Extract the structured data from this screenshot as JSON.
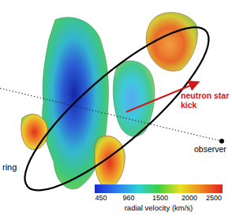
{
  "diagram": {
    "labels": [
      "neutron star kick",
      "observer",
      "ring",
      "450",
      "960",
      "1500",
      "2000",
      "2500",
      "radial velocity (km/s)"
    ]
  }
}
